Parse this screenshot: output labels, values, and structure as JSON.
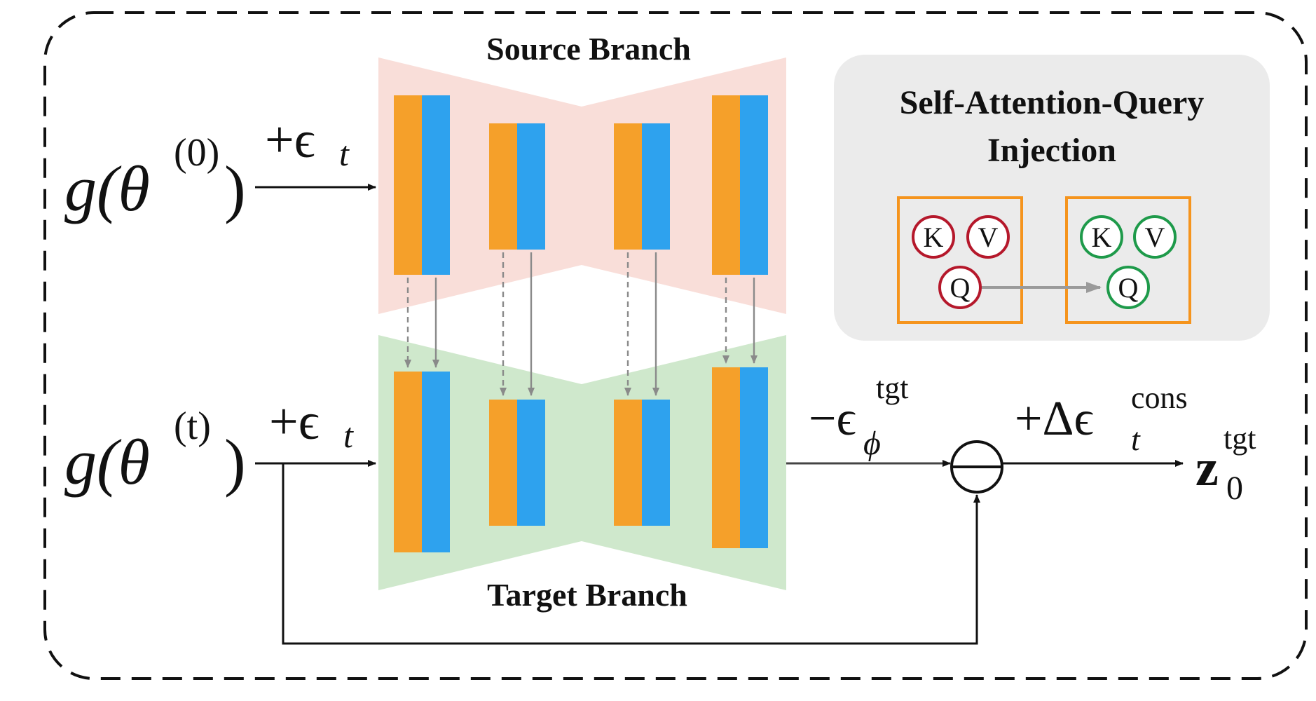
{
  "labels": {
    "source_branch": "Source Branch",
    "target_branch": "Target Branch",
    "attention_title_line1": "Self-Attention-Query",
    "attention_title_line2": "Injection"
  },
  "math": {
    "g_open": "g(",
    "theta": "θ",
    "close_paren": ")",
    "sup_source": "(0)",
    "sup_target": "(t)",
    "plus_eps": "+ϵ",
    "sub_t": "t",
    "minus_eps": "−ϵ",
    "sub_phi": "ϕ",
    "sup_tgt": "tgt",
    "plus_delta_eps": "+Δϵ",
    "sup_cons": "cons",
    "z": "z",
    "sub_zero": "0"
  },
  "attention": {
    "source_tokens": [
      "K",
      "V",
      "Q"
    ],
    "target_tokens": [
      "K",
      "V",
      "Q"
    ]
  },
  "subtract_symbol": "⊖",
  "colors": {
    "source_panel": "#f9ded9",
    "target_panel": "#cfe8cc",
    "feature_orange": "#f5a02a",
    "feature_blue": "#2ea2ee",
    "attention_panel": "#ebebeb",
    "attention_box_border": "#f5941d",
    "source_circle": "#b5182b",
    "target_circle": "#1e9a4a",
    "arrow_gray": "#8a8a8a"
  }
}
